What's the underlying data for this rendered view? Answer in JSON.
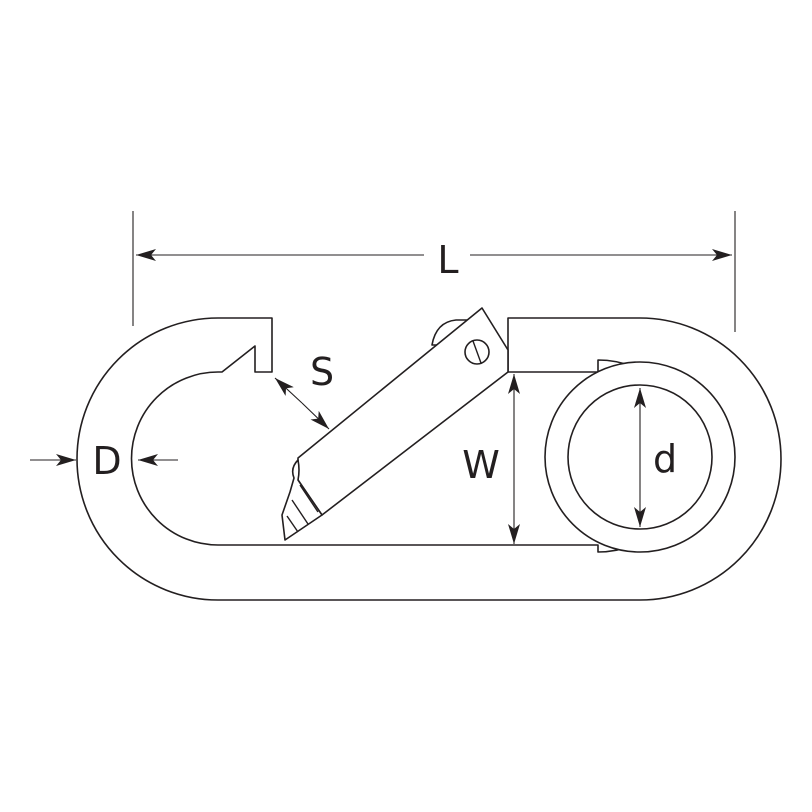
{
  "labels": {
    "length": "L",
    "gate_opening": "S",
    "wire_diameter": "D",
    "width": "W",
    "eye_diameter": "d"
  },
  "colors": {
    "stroke": "#231f20",
    "background": "#ffffff"
  }
}
